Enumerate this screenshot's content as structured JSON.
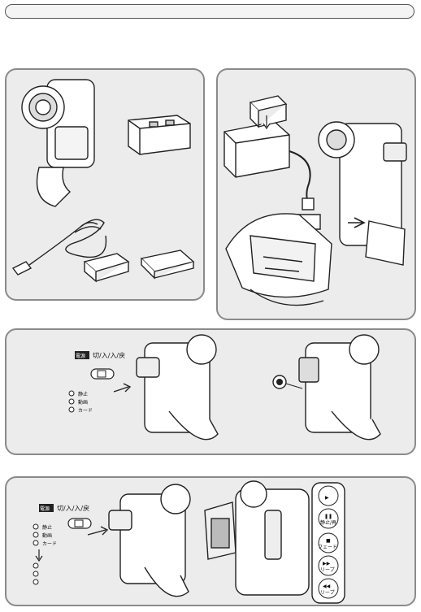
{
  "colors": {
    "panel_bg": "#ececec",
    "panel_border": "#8a8a8a",
    "ink": "#1a1a1a"
  },
  "icons": [
    "camcorder-icon",
    "charger-icon",
    "cable-icon",
    "battery-icon",
    "memory-card-icon",
    "play-icon",
    "pause-icon",
    "stop-icon",
    "fast-forward-icon",
    "rewind-icon"
  ],
  "panel3": {
    "switch_badge": "電源",
    "switch_text": "切/入/入/戻",
    "modes": [
      "静止",
      "動画",
      "カード"
    ]
  },
  "panel4": {
    "switch_badge": "電源",
    "switch_text": "切/入/入/戻",
    "modes": [
      "静止",
      "動画",
      "カード"
    ],
    "buttons": [
      {
        "glyph": "▶",
        "label": ""
      },
      {
        "glyph": "❚❚",
        "label": "静止/再"
      },
      {
        "glyph": "■",
        "label": "フェード"
      },
      {
        "glyph": "▶▶",
        "label": "リープ"
      },
      {
        "glyph": "◀◀",
        "label": "リープ"
      }
    ]
  }
}
